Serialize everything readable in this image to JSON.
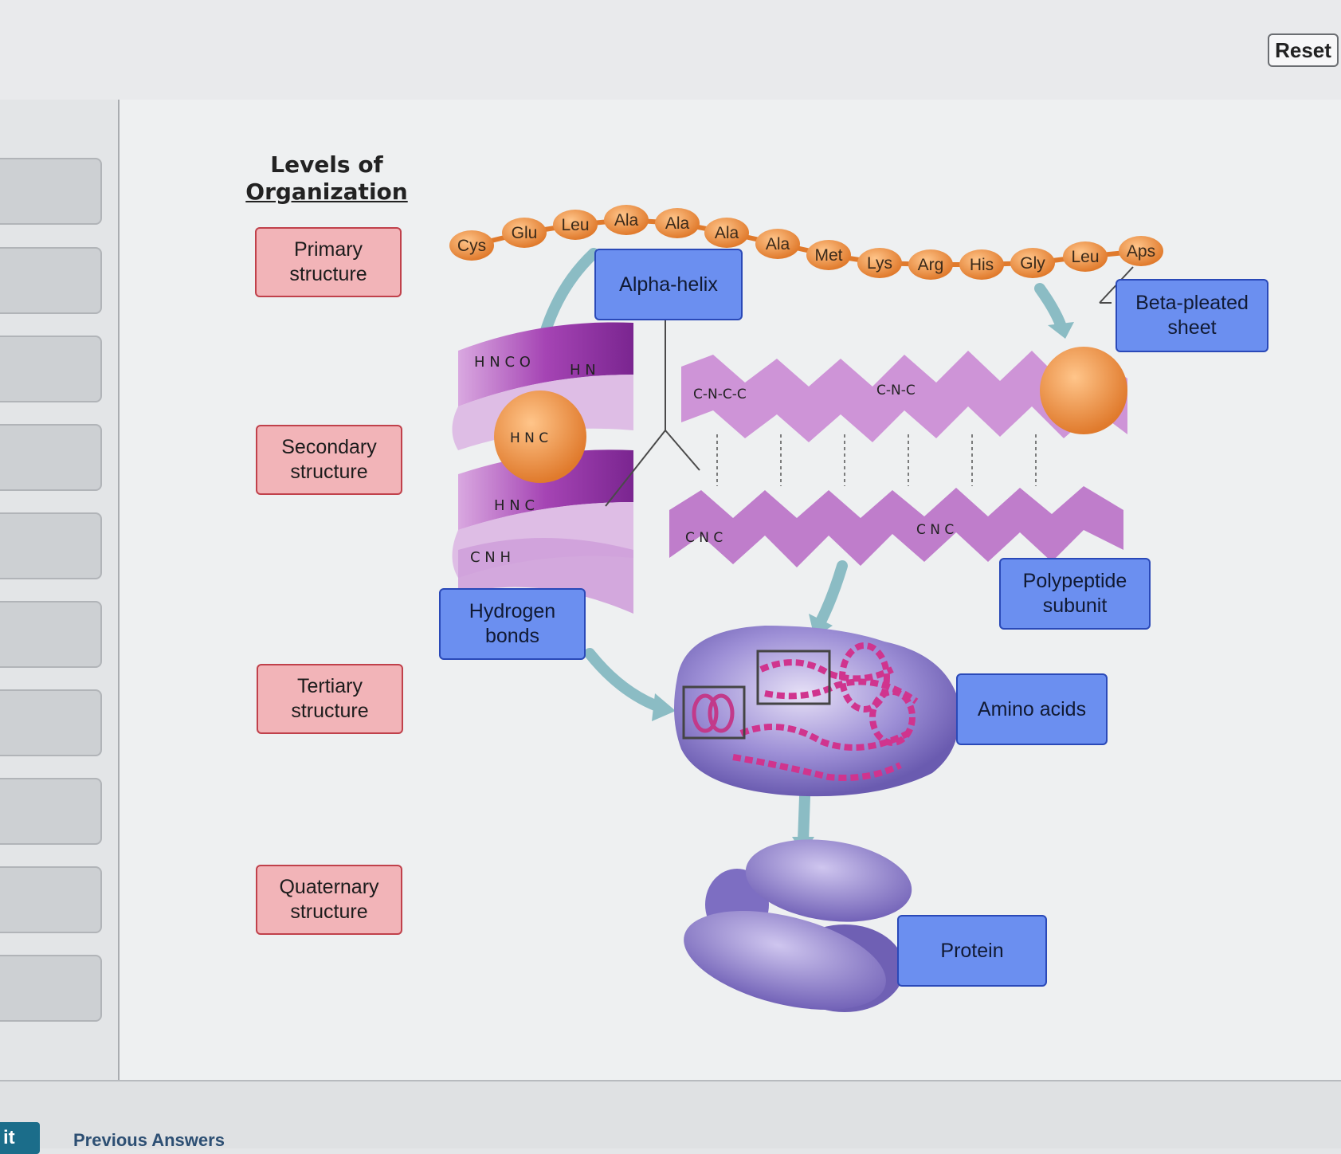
{
  "toolbar": {
    "reset_label": "Reset"
  },
  "heading": {
    "line1": "Levels of",
    "line2": "Organization"
  },
  "levels": [
    {
      "label": "Primary\nstructure"
    },
    {
      "label": "Secondary\nstructure"
    },
    {
      "label": "Tertiary\nstructure"
    },
    {
      "label": "Quaternary\nstructure"
    }
  ],
  "labels": {
    "alpha_helix": "Alpha-helix",
    "beta_pleated_sheet": "Beta-pleated\nsheet",
    "hydrogen_bonds": "Hydrogen\nbonds",
    "polypeptide_subunit": "Polypeptide\nsubunit",
    "amino_acids": "Amino acids",
    "protein": "Protein"
  },
  "amino_chain": [
    "Cys",
    "Glu",
    "Leu",
    "Ala",
    "Ala",
    "Ala",
    "Ala",
    "Met",
    "Lys",
    "Arg",
    "His",
    "Gly",
    "Leu",
    "Aps"
  ],
  "footer": {
    "submit_label": "it",
    "previous_answers": "Previous Answers"
  },
  "colors": {
    "pink_fill": "#f2b4b8",
    "pink_border": "#c0414b",
    "blue_fill": "#6b8ff0",
    "blue_border": "#2a49b8",
    "amino_orange": "#f0a05a",
    "helix_purple": "#9b3fa8"
  }
}
